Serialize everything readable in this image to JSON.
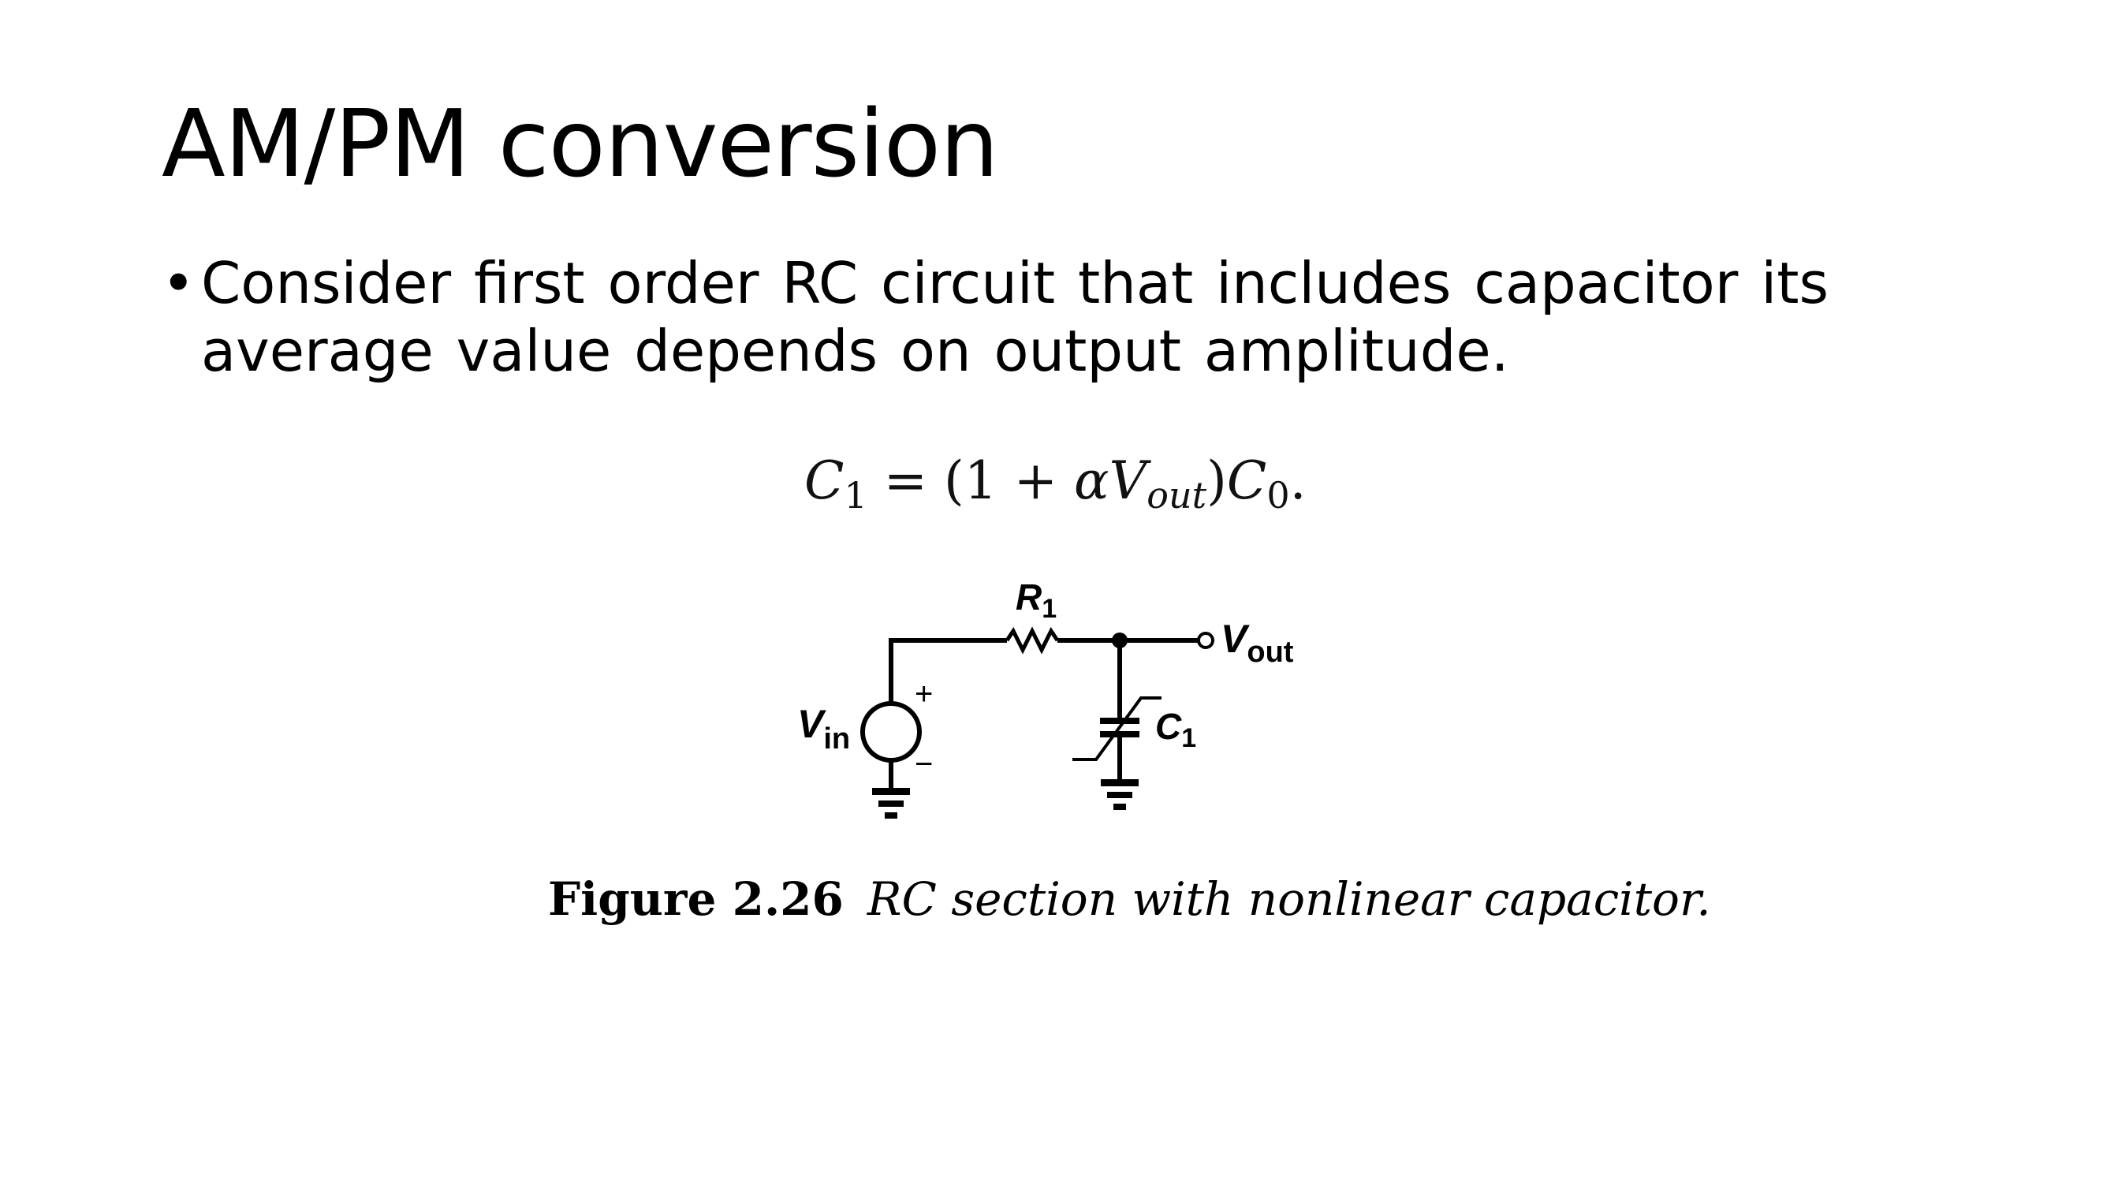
{
  "slide": {
    "title": "AM/PM conversion",
    "bullet": {
      "marker": "•",
      "text": "Consider first order RC circuit that includes capacitor its average value depends on output amplitude."
    }
  },
  "equation": {
    "lhs_symbol": "C",
    "lhs_sub": "1",
    "equals": " = ",
    "open": "(1 + ",
    "alpha": "α",
    "v_symbol": "V",
    "v_sub": "out",
    "close": ")",
    "c0_symbol": "C",
    "c0_sub": "0",
    "end": "."
  },
  "circuit": {
    "r_label": "R",
    "r_sub": "1",
    "vout_label": "V",
    "vout_sub": "out",
    "vin_label": "V",
    "vin_sub": "in",
    "c_label": "C",
    "c_sub": "1",
    "plus": "+",
    "minus": "−"
  },
  "figure": {
    "number": "Figure 2.26",
    "caption": "RC section with nonlinear capacitor."
  }
}
